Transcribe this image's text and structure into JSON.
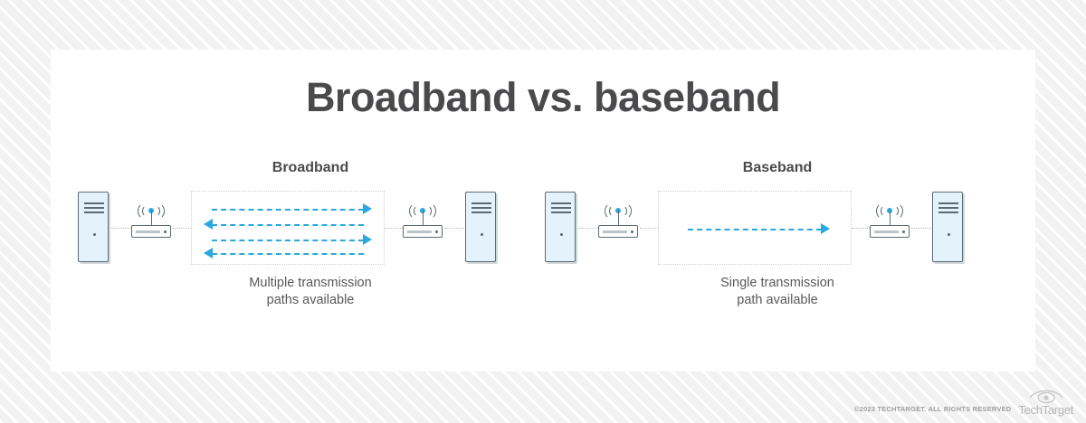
{
  "page": {
    "title": "Broadband vs. baseband"
  },
  "panels": [
    {
      "id": "broadband",
      "title": "Broadband",
      "caption_line1": "Multiple transmission",
      "caption_line2": "paths available",
      "arrows": [
        {
          "direction": "right"
        },
        {
          "direction": "left"
        },
        {
          "direction": "right"
        },
        {
          "direction": "left"
        }
      ]
    },
    {
      "id": "baseband",
      "title": "Baseband",
      "caption_line1": "Single transmission",
      "caption_line2": "path available",
      "arrows": [
        {
          "direction": "right"
        }
      ]
    }
  ],
  "icons": {
    "tower": "desktop-computer-tower-icon",
    "router": "wifi-router-icon",
    "wifi": "wifi-signal-icon",
    "eye": "techtarget-eye-logo-icon"
  },
  "footer": {
    "copyright": "©2023 TECHTARGET. ALL RIGHTS RESERVED",
    "brand": "TechTarget"
  },
  "colors": {
    "accent_blue": "#29a8e0",
    "device_outline": "#5a6a72",
    "device_fill": "#e3f2fb",
    "title_gray": "#4a4a4c",
    "caption_gray": "#58585a",
    "dotted_border": "#cfcfcf",
    "background": "#f2f2f2"
  }
}
